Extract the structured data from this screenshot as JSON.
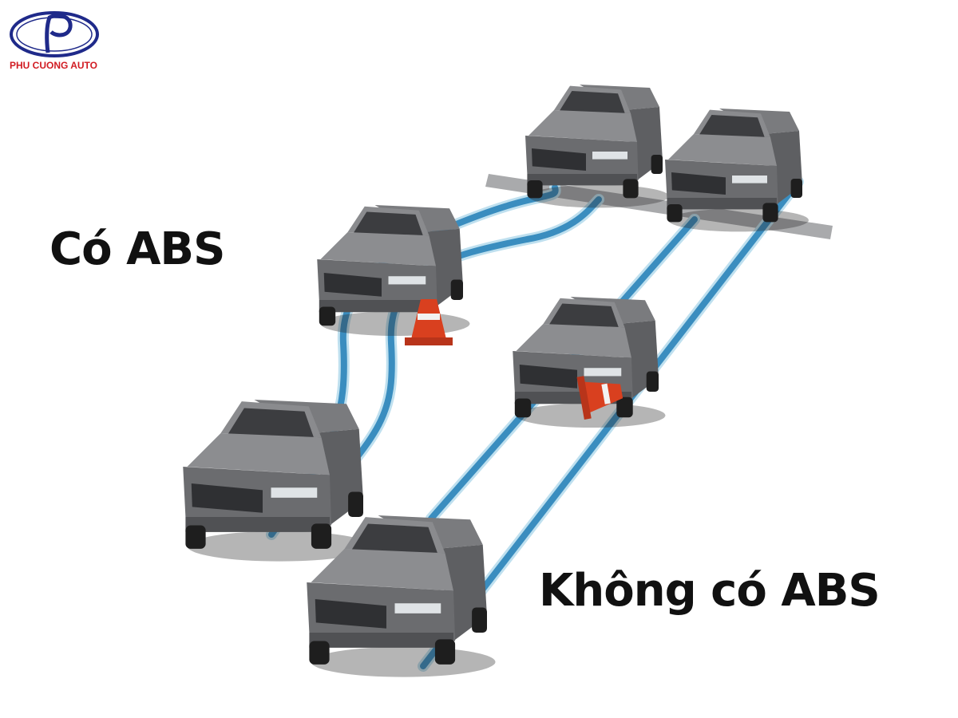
{
  "logo": {
    "text": "PHU CUONG AUTO",
    "letter": "P",
    "ring_color": "#1f2a8a",
    "text_color": "#d11b22"
  },
  "labels": {
    "with_abs": "Có ABS",
    "without_abs": "Không có ABS"
  },
  "colors": {
    "track": "#3a8dbf",
    "track_edge": "#bfe0ef",
    "car": "#6e6f72",
    "bar": "#a9aaac",
    "cone": "#d9401f"
  }
}
